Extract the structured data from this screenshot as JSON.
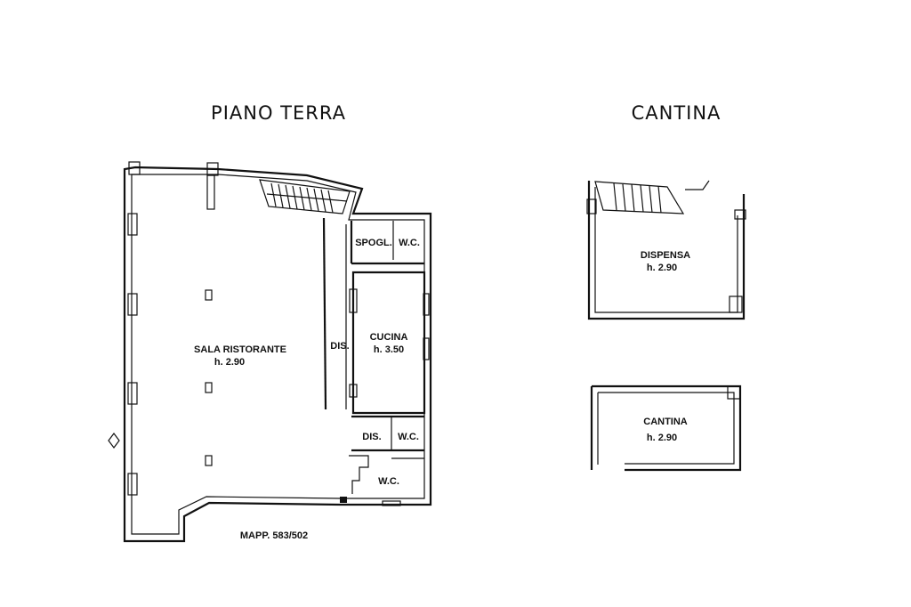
{
  "floors": {
    "ground": {
      "title": "PIANO TERRA",
      "mapp": "MAPP. 583/502",
      "rooms": {
        "sala": {
          "name": "SALA RISTORANTE",
          "height": "h. 2.90"
        },
        "spogl": {
          "name": "SPOGL."
        },
        "wc_top": {
          "name": "W.C."
        },
        "cucina": {
          "name": "CUCINA",
          "height": "h. 3.50"
        },
        "dis_main": {
          "name": "DIS."
        },
        "dis_lower": {
          "name": "DIS."
        },
        "wc_mid": {
          "name": "W.C."
        },
        "wc_bottom": {
          "name": "W.C."
        }
      }
    },
    "cellar": {
      "title": "CANTINA",
      "rooms": {
        "dispensa": {
          "name": "DISPENSA",
          "height": "h. 2.90"
        },
        "cantina": {
          "name": "CANTINA",
          "height": "h. 2.90"
        }
      }
    }
  }
}
